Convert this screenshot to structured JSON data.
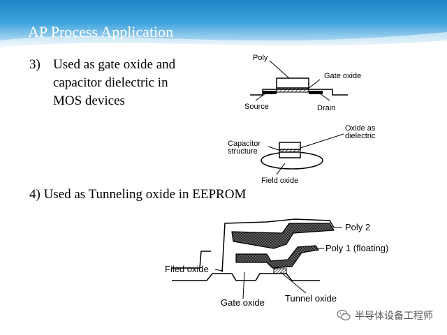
{
  "slide": {
    "title": "AP Process Application",
    "item3": {
      "number": "3)",
      "line1": "Used as gate oxide and",
      "line2": "capacitor dielectric in",
      "line3": "MOS devices"
    },
    "item4": "4) Used as Tunneling oxide in EEPROM"
  },
  "mos_diagram": {
    "poly": "Poly",
    "gate_oxide": "Gate oxide",
    "source": "Source",
    "drain": "Drain"
  },
  "capacitor_diagram": {
    "capacitor_line1": "Capacitor",
    "capacitor_line2": "structure",
    "oxide_line1": "Oxide as",
    "oxide_line2": "dielectric",
    "field_oxide": "Field oxide"
  },
  "eeprom_diagram": {
    "poly2": "Poly 2",
    "poly1": "Poly 1 (floating)",
    "filed_oxide": "Filed oxide",
    "gate_oxide": "Gate oxide",
    "tunnel_oxide": "Tunnel oxide"
  },
  "watermark": {
    "text": "半导体设备工程师",
    "icon": "wechat-icon"
  },
  "colors": {
    "header_blue": "#1f86c9",
    "title_text": "#ffffff"
  }
}
